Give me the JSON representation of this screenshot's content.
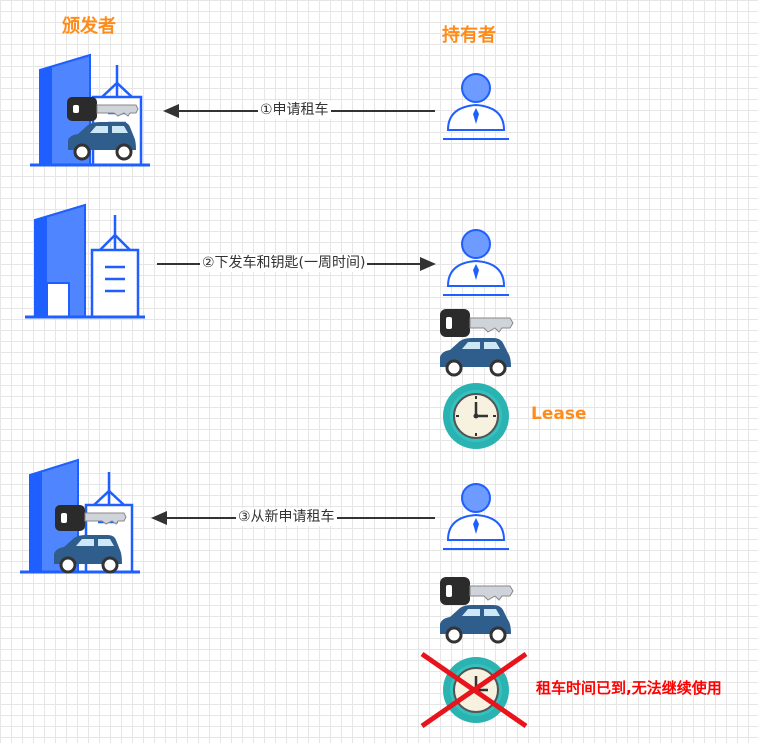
{
  "roles": {
    "issuer": "颁发者",
    "holder": "持有者"
  },
  "steps": [
    {
      "label": "①申请租车",
      "direction": "to-issuer"
    },
    {
      "label": "②下发车和钥匙(一周时间)",
      "direction": "to-holder"
    },
    {
      "label": "③从新申请租车",
      "direction": "to-issuer"
    }
  ],
  "lease_label": "Lease",
  "expired_label": "租车时间已到,无法继续使用",
  "colors": {
    "accent_orange": "#ff8c1a",
    "building_blue": "#1f5fff",
    "person_blue": "#6e9bff",
    "car_blue": "#2f5d8c",
    "clock_teal": "#2ab3b1",
    "cross_red": "#e8141c"
  }
}
